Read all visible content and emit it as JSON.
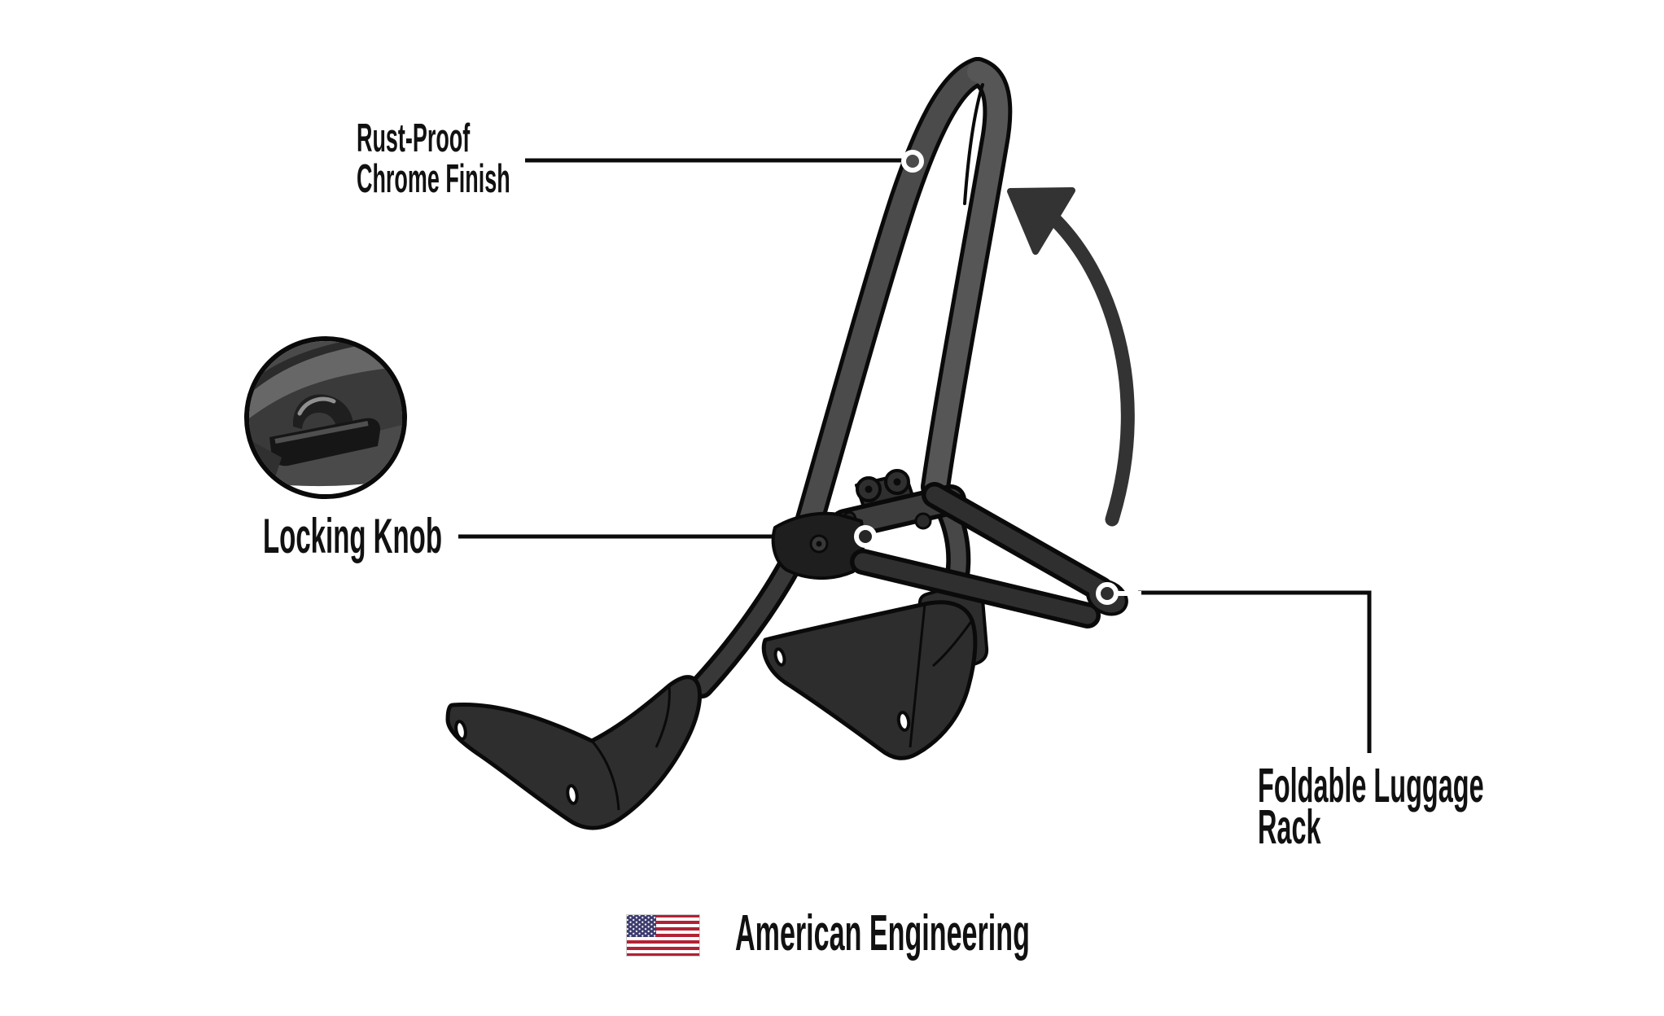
{
  "callouts": {
    "rust_proof": {
      "line1": "Rust-Proof",
      "line2": "Chrome Finish"
    },
    "locking_knob": {
      "label": "Locking Knob"
    },
    "foldable_rack": {
      "line1": "Foldable Luggage",
      "line2": "Rack"
    }
  },
  "footer": {
    "label": "American Engineering"
  },
  "colors": {
    "background": "#ffffff",
    "ink": "#111111",
    "line": "#0b0b0b",
    "tube_gray": "#4b4b4b",
    "part_dark": "#2e2e2e",
    "flag_red": "#B22234",
    "flag_blue": "#3C3B6E"
  }
}
